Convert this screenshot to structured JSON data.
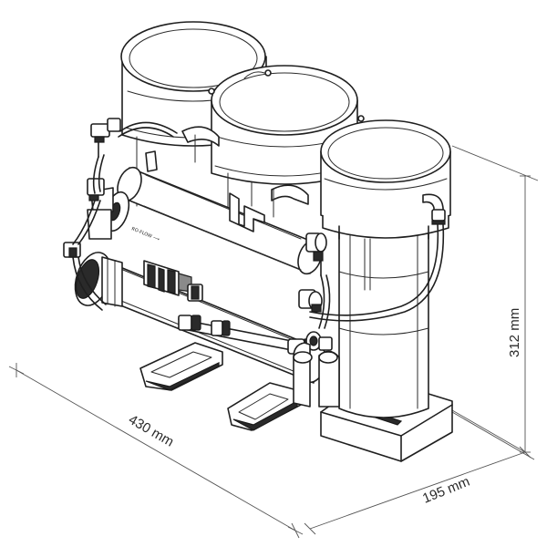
{
  "dimensions": {
    "width": "430 mm",
    "depth": "195 mm",
    "height": "312 mm"
  }
}
